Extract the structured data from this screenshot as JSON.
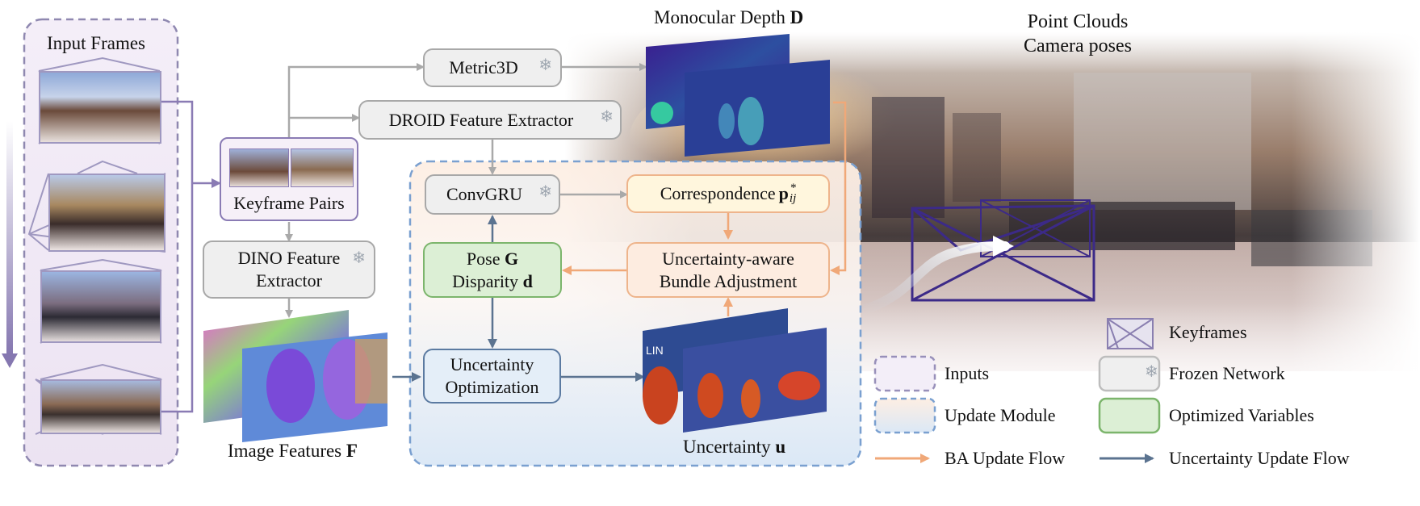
{
  "input_frames": {
    "title": "Input Frames"
  },
  "keyframe_pairs": {
    "label": "Keyframe Pairs"
  },
  "dino": {
    "line1": "DINO Feature",
    "line2": "Extractor"
  },
  "image_features": {
    "label": "Image Features ",
    "symbol": "F"
  },
  "metric3d": {
    "label": "Metric3D"
  },
  "droid": {
    "label": "DROID Feature Extractor"
  },
  "monocular_depth": {
    "label": "Monocular Depth ",
    "symbol": "D"
  },
  "convgru": {
    "label": "ConvGRU"
  },
  "correspondence": {
    "label": "Correspondence ",
    "symbol": "p",
    "sup": "*",
    "sub": "ij"
  },
  "pose": {
    "line1": "Pose ",
    "line1_symbol": "G",
    "line2": "Disparity ",
    "line2_symbol": "d"
  },
  "ba": {
    "line1": "Uncertainty-aware",
    "line2": "Bundle Adjustment"
  },
  "uncertainty_opt": {
    "line1": "Uncertainty",
    "line2": "Optimization"
  },
  "uncertainty_map": {
    "label": "Uncertainty ",
    "symbol": "u",
    "overlay_text": "LIN"
  },
  "point_clouds": {
    "line1": "Point Clouds",
    "line2": "Camera poses"
  },
  "legend": {
    "keyframes": "Keyframes",
    "inputs": "Inputs",
    "frozen": "Frozen Network",
    "update_module": "Update Module",
    "optimized": "Optimized Variables",
    "ba_flow": "BA Update Flow",
    "uncertainty_flow": "Uncertainty Update Flow"
  },
  "icons": {
    "snowflake": "❄"
  },
  "colors": {
    "ba_flow": "#f0a878",
    "uncertainty_flow": "#5b7390",
    "gray_flow": "#a9a9a9",
    "input_border": "#8f88b0",
    "update_border": "#7aa0d0",
    "optimized": "#7cb56c",
    "keyframe_border": "#3c2a88"
  }
}
